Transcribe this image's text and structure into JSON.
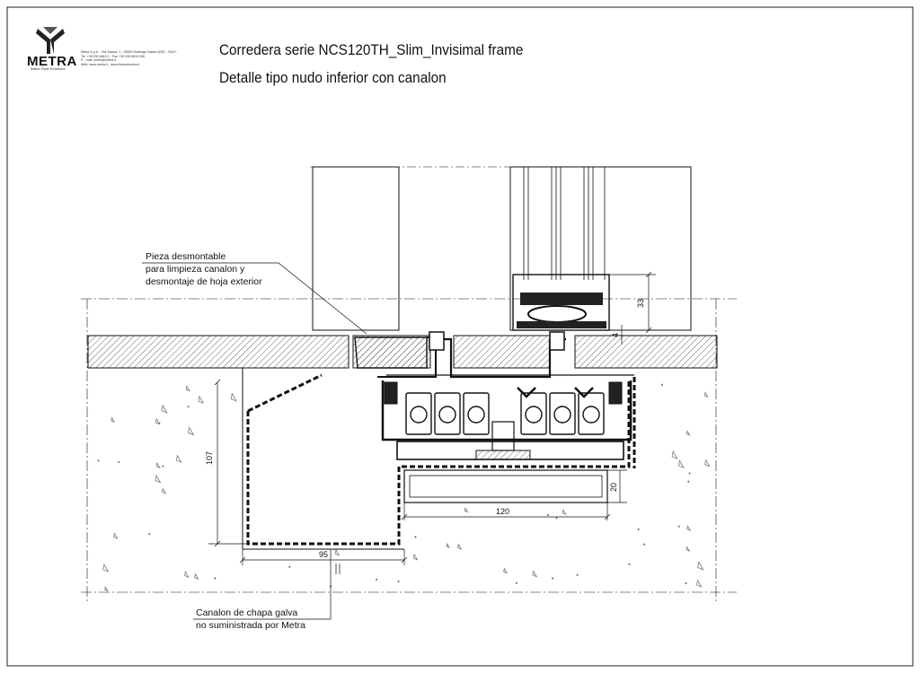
{
  "header": {
    "title_line1": "Corredera serie NCS120TH_Slim_Invisimal frame",
    "title_line2": "Detalle tipo nudo inferior con canalon"
  },
  "logo": {
    "brand": "METRA",
    "tagline": "Italian Style Emotions",
    "address_lines": [
      "Metra S.p.A. - Via Stacca, 1 - 25050 Rodengo Saiano (BS) - ITALY -",
      "Tel. +39 030 6819.1 - Fax +39 030 6819.398",
      "E - mail: metra@metra.it",
      "Web: www.metra.it - www.thesolometra.it"
    ]
  },
  "annotations": {
    "removable_piece": [
      "Pieza desmontable",
      "para limpieza canalon y",
      "desmontaje de hoja exterior"
    ],
    "gutter": [
      "Canalon de chapa galva",
      "no suministrada por Metra"
    ]
  },
  "dimensions": {
    "d33": "33",
    "d4": "4",
    "d107": "107",
    "d20": "20",
    "d120": "120",
    "d95": "95"
  },
  "colors": {
    "line": "#111111",
    "hatch": "#555555",
    "concrete": "#888888"
  }
}
